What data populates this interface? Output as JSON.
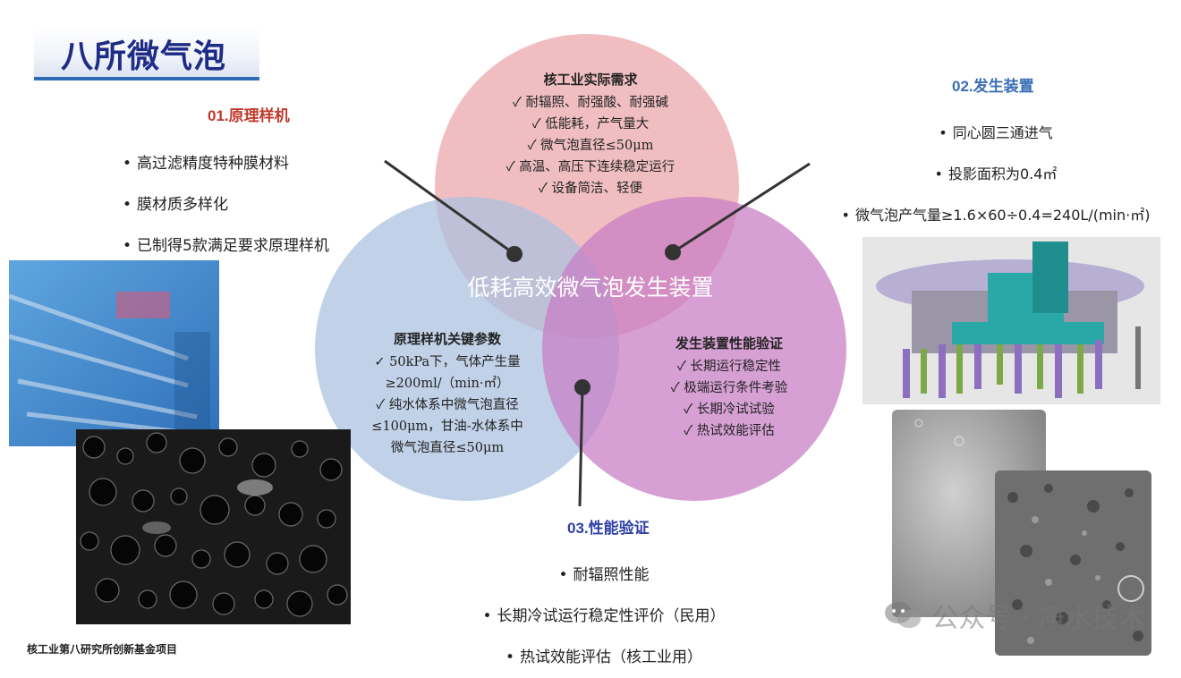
{
  "title": "八所微气泡",
  "center_label": "低耗高效微气泡发生装置",
  "section1": {
    "number": "01.",
    "label": "原理样机",
    "bullets": [
      "高过滤精度特种膜材料",
      "膜材质多样化",
      "已制得5款满足要求原理样机"
    ]
  },
  "section2": {
    "number": "02.",
    "label": "发生装置",
    "bullets": [
      "同心圆三通进气",
      "投影面积为0.4㎡",
      "微气泡产气量≥1.6×60÷0.4=240L/(min·㎡)"
    ]
  },
  "section3": {
    "number": "03.",
    "label": "性能验证",
    "bullets": [
      "耐辐照性能",
      "长期冷试运行稳定性评价（民用）",
      "热试效能评估（核工业用）"
    ]
  },
  "circle_top": {
    "heading": "核工业实际需求",
    "items": [
      "✓  耐辐照、耐强酸、耐强碱",
      "✓  低能耗，产气量大",
      "✓  微气泡直径≤50μm",
      "✓  高温、高压下连续稳定运行",
      "✓  设备简洁、轻便"
    ]
  },
  "circle_left": {
    "heading": "原理样机关键参数",
    "items": [
      "✓  50kPa下，气体产生量",
      "≥200ml/（min·㎡）",
      "✓  纯水体系中微气泡直径",
      "≤100μm，甘油-水体系中",
      "微气泡直径≤50μm"
    ]
  },
  "circle_right": {
    "heading": "发生装置性能验证",
    "items": [
      "✓  长期运行稳定性",
      "✓  极端运行条件考验",
      "✓  长期冷试试验",
      "✓  热试效能评估"
    ]
  },
  "footer": "核工业第八研究所创新基金项目",
  "watermark": "公众号 · 净水技术",
  "colors": {
    "title_text": "#1e2c86",
    "title_bar": "#2f6bb5",
    "section1": "#c0392b",
    "section2": "#3b6fb6",
    "section3": "#2e3fa8",
    "circle_top": "#e9a3a6",
    "circle_left": "#a9c0df",
    "circle_right": "#c77bc3"
  }
}
